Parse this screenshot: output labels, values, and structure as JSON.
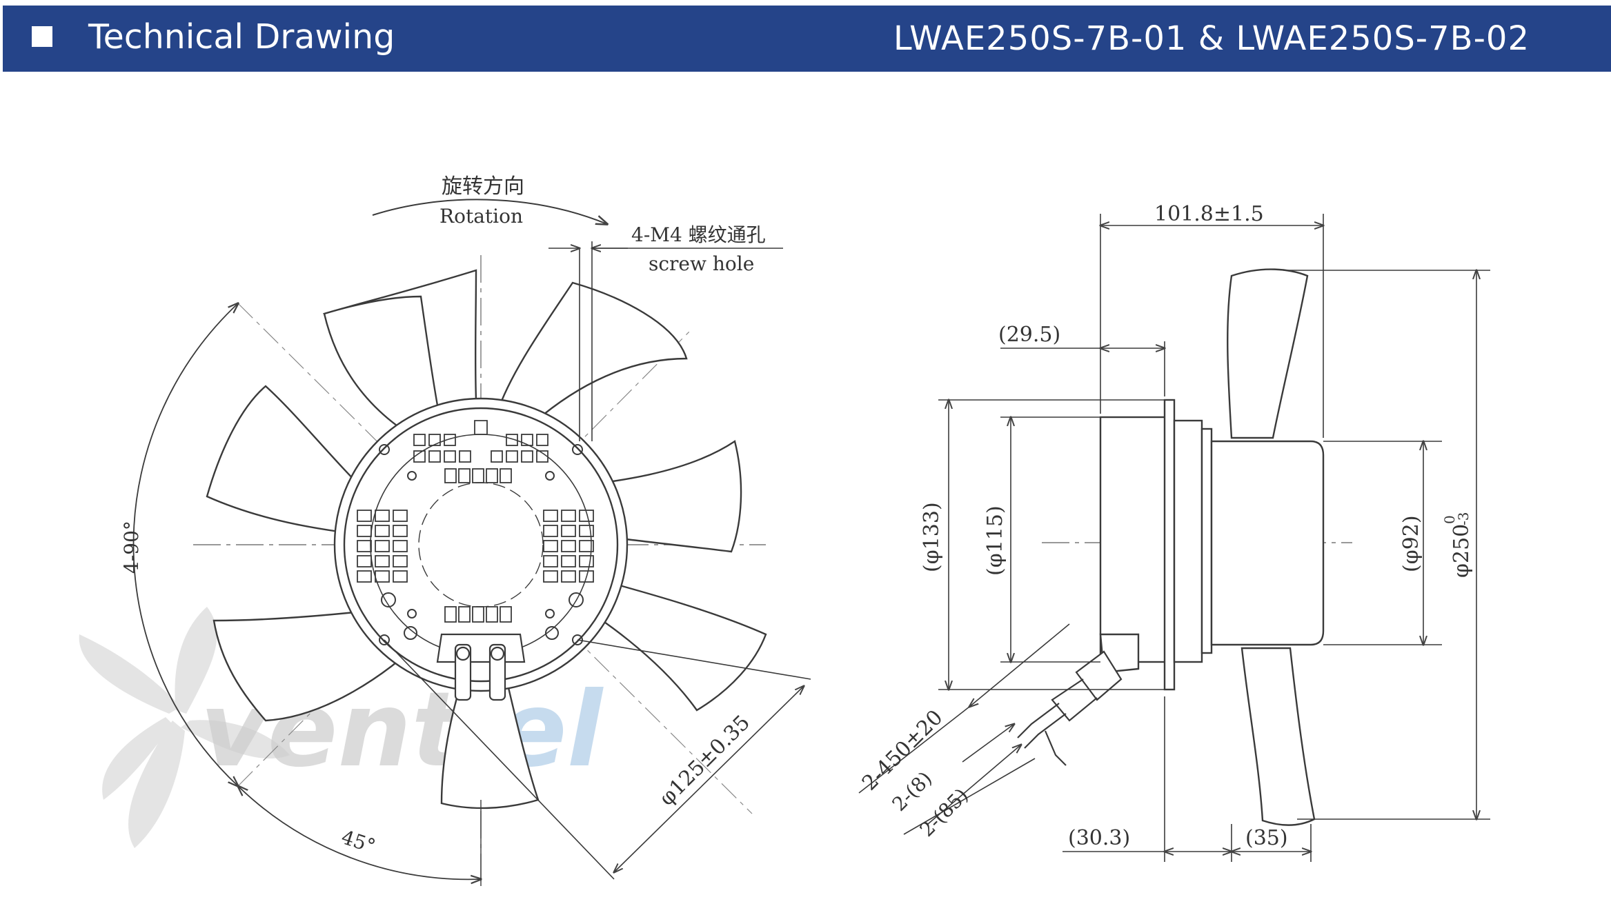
{
  "header": {
    "title": "Technical Drawing",
    "model": "LWAE250S-7B-01 & LWAE250S-7B-02",
    "background_color": "#254489",
    "text_color": "#ffffff"
  },
  "watermark": {
    "part_a": "vent",
    "part_b": "el",
    "color_a": "#c8c8c8",
    "color_b": "#b9d3ea"
  },
  "front_view": {
    "rotation_cn": "旋转方向",
    "rotation_en": "Rotation",
    "screw_cn": "4-M4 螺纹通孔",
    "screw_en": "screw hole",
    "angle_main": "4-90°",
    "angle_small": "45°",
    "hole_circle": "φ125±0.35"
  },
  "side_view": {
    "overall_length": "101.8±1.5",
    "flange_offset": "(29.5)",
    "dia_133": "(φ133)",
    "dia_115": "(φ115)",
    "dia_92": "(φ92)",
    "dia_250": "φ250",
    "tol_upper": "0",
    "tol_lower": "-3",
    "cable_length": "2-450±20",
    "strip_8": "2-(8)",
    "strip_85": "2-(85)",
    "dim_30_3": "(30.3)",
    "dim_35": "(35)"
  }
}
